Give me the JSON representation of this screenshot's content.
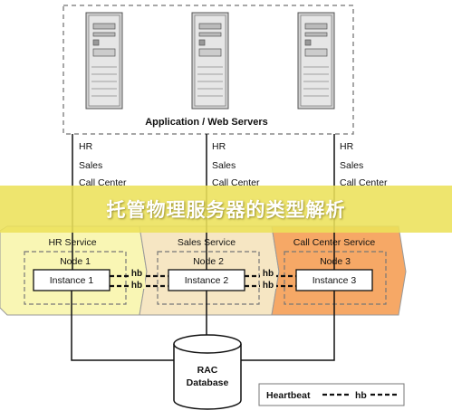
{
  "app_server_label": "Application / Web Servers",
  "service_tags": {
    "hr": "HR",
    "sales": "Sales",
    "call_center": "Call Center"
  },
  "services": [
    {
      "name": "HR Service",
      "node": "Node 1",
      "instance": "Instance 1"
    },
    {
      "name": "Sales Service",
      "node": "Node 2",
      "instance": "Instance 2"
    },
    {
      "name": "Call Center Service",
      "node": "Node 3",
      "instance": "Instance 3"
    }
  ],
  "hb_label": "hb",
  "database": {
    "line1": "RAC",
    "line2": "Database"
  },
  "legend": {
    "label": "Heartbeat",
    "hb": "hb"
  },
  "banner": {
    "title": "托管物理服务器的类型解析"
  },
  "colors": {
    "hr_service": "#f9f6b4",
    "sales_service": "#f6e6c3",
    "call_center_service": "#f6a866",
    "banner": "#ece15a"
  }
}
